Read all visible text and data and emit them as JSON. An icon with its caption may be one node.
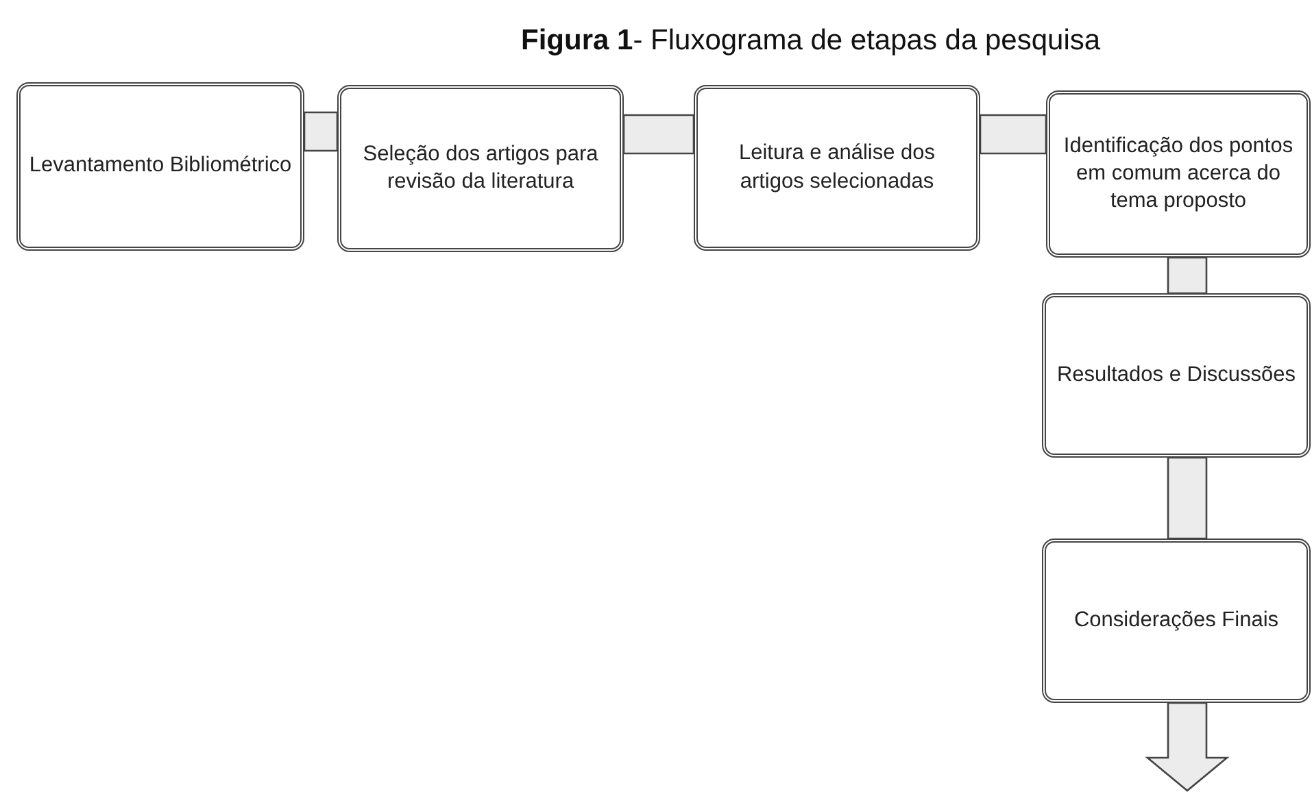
{
  "diagram": {
    "title": "**Figura 1**- Fluxograma de etapas da pesquisa",
    "nodes": [
      {
        "text": [
          "Levantamento Bibliométrico"
        ]
      },
      {
        "text": [
          "Seleção dos artigos para revisão da literatura"
        ]
      },
      {
        "text": [
          "Leitura e análise dos artigos selecionadas"
        ]
      },
      {
        "text": [
          "Identificação dos pontos em comum acerca do tema proposto"
        ]
      },
      {
        "text": [
          "Resultados e Discussões"
        ]
      },
      {
        "text": [
          "Considerações Finais"
        ]
      }
    ],
    "edges": [
      {
        "from": 0,
        "to": 1,
        "arrow": "none",
        "style": "thick"
      },
      {
        "from": 1,
        "to": 2,
        "arrow": "none",
        "style": "thick"
      },
      {
        "from": 2,
        "to": 3,
        "arrow": "none",
        "style": "thick"
      },
      {
        "from": 3,
        "to": 4,
        "arrow": "none",
        "style": "thick"
      },
      {
        "from": 4,
        "to": 5,
        "arrow": "none",
        "style": "thick"
      },
      {
        "from": 5,
        "to": null,
        "arrow": "to",
        "style": "thick"
      }
    ]
  }
}
